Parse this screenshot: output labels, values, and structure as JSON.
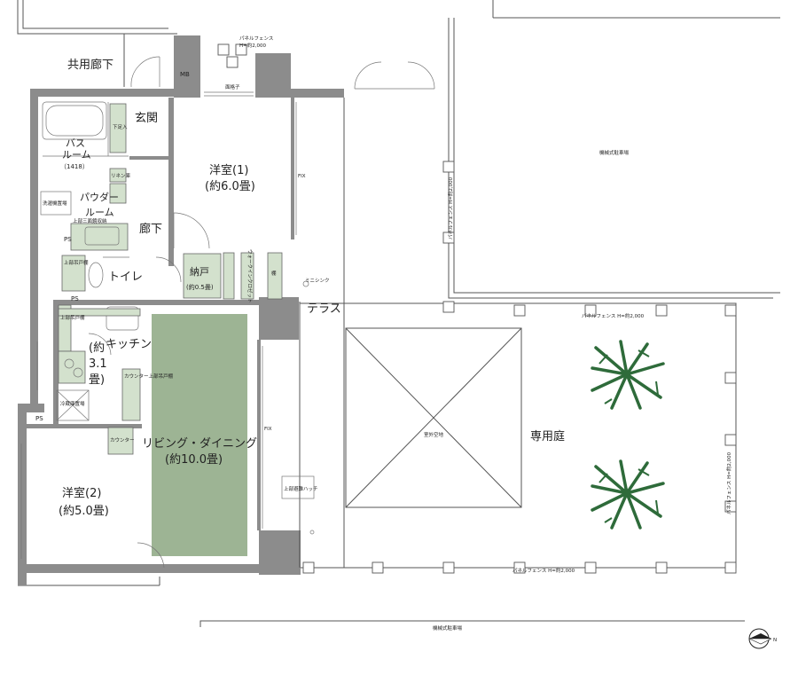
{
  "rooms": {
    "common_corridor": "共用廊下",
    "mb": "MB",
    "entrance": "玄関",
    "shoe_closet": "下足入",
    "bath_l1": "バス",
    "bath_l2": "ルーム",
    "bath_size": "（1418）",
    "linen": "リネン庫",
    "powder_l1": "パウダー",
    "powder_l2": "ルーム",
    "washer": "洗濯機置場",
    "upper_cabinet": "上部三面鏡収納",
    "corridor": "廊下",
    "ps1": "PS",
    "ps2": "PS",
    "ps3": "PS",
    "toilet_storage": "上部吊戸棚",
    "toilet": "トイレ",
    "western1": "洋室(1)",
    "western1_size": "(約6.0畳)",
    "walkin_closet": "ウォークインクロゼット",
    "shelf": "棚",
    "storage": "納戸",
    "storage_size": "(約0.5畳)",
    "fix1": "FIX",
    "fix2": "FIX",
    "mini_sink": "ミニシンク",
    "terrace": "テラス",
    "kitchen_storage": "上部吊戸棚",
    "kitchen": "キッチン",
    "kitchen_size_l1": "(約",
    "kitchen_size_l2": "3.1",
    "kitchen_size_l3": "畳)",
    "fridge": "冷蔵庫置場",
    "counter_upper": "カウンター上部吊戸棚",
    "counter": "カウンター",
    "ldk": "リビング・ダイニング",
    "ldk_size": "(約10.0畳)",
    "western2": "洋室(2)",
    "western2_size": "(約5.0畳)",
    "evac_hatch": "上部避難ハッチ",
    "skylight": "室外空地",
    "private_garden": "専用庭",
    "parking_top": "機械式駐車場",
    "parking_bottom": "機械式駐車場",
    "partition": "面格子"
  },
  "fences": {
    "top_l1": "パネルフェンス",
    "top_l2": "H=約2,000",
    "left": "パネルフェンス H=約2,000",
    "mid": "パネルフェンス H=約2,000",
    "right": "パネルフェンス H=約2,000",
    "bottom": "パネルフェンス H=約2,000"
  },
  "compass": {
    "label": "N"
  },
  "colors": {
    "wall": "#8c8c8c",
    "ldk_floor": "#9db494",
    "fixture": "#d3e1cd",
    "tree": "#2e6b3a"
  }
}
